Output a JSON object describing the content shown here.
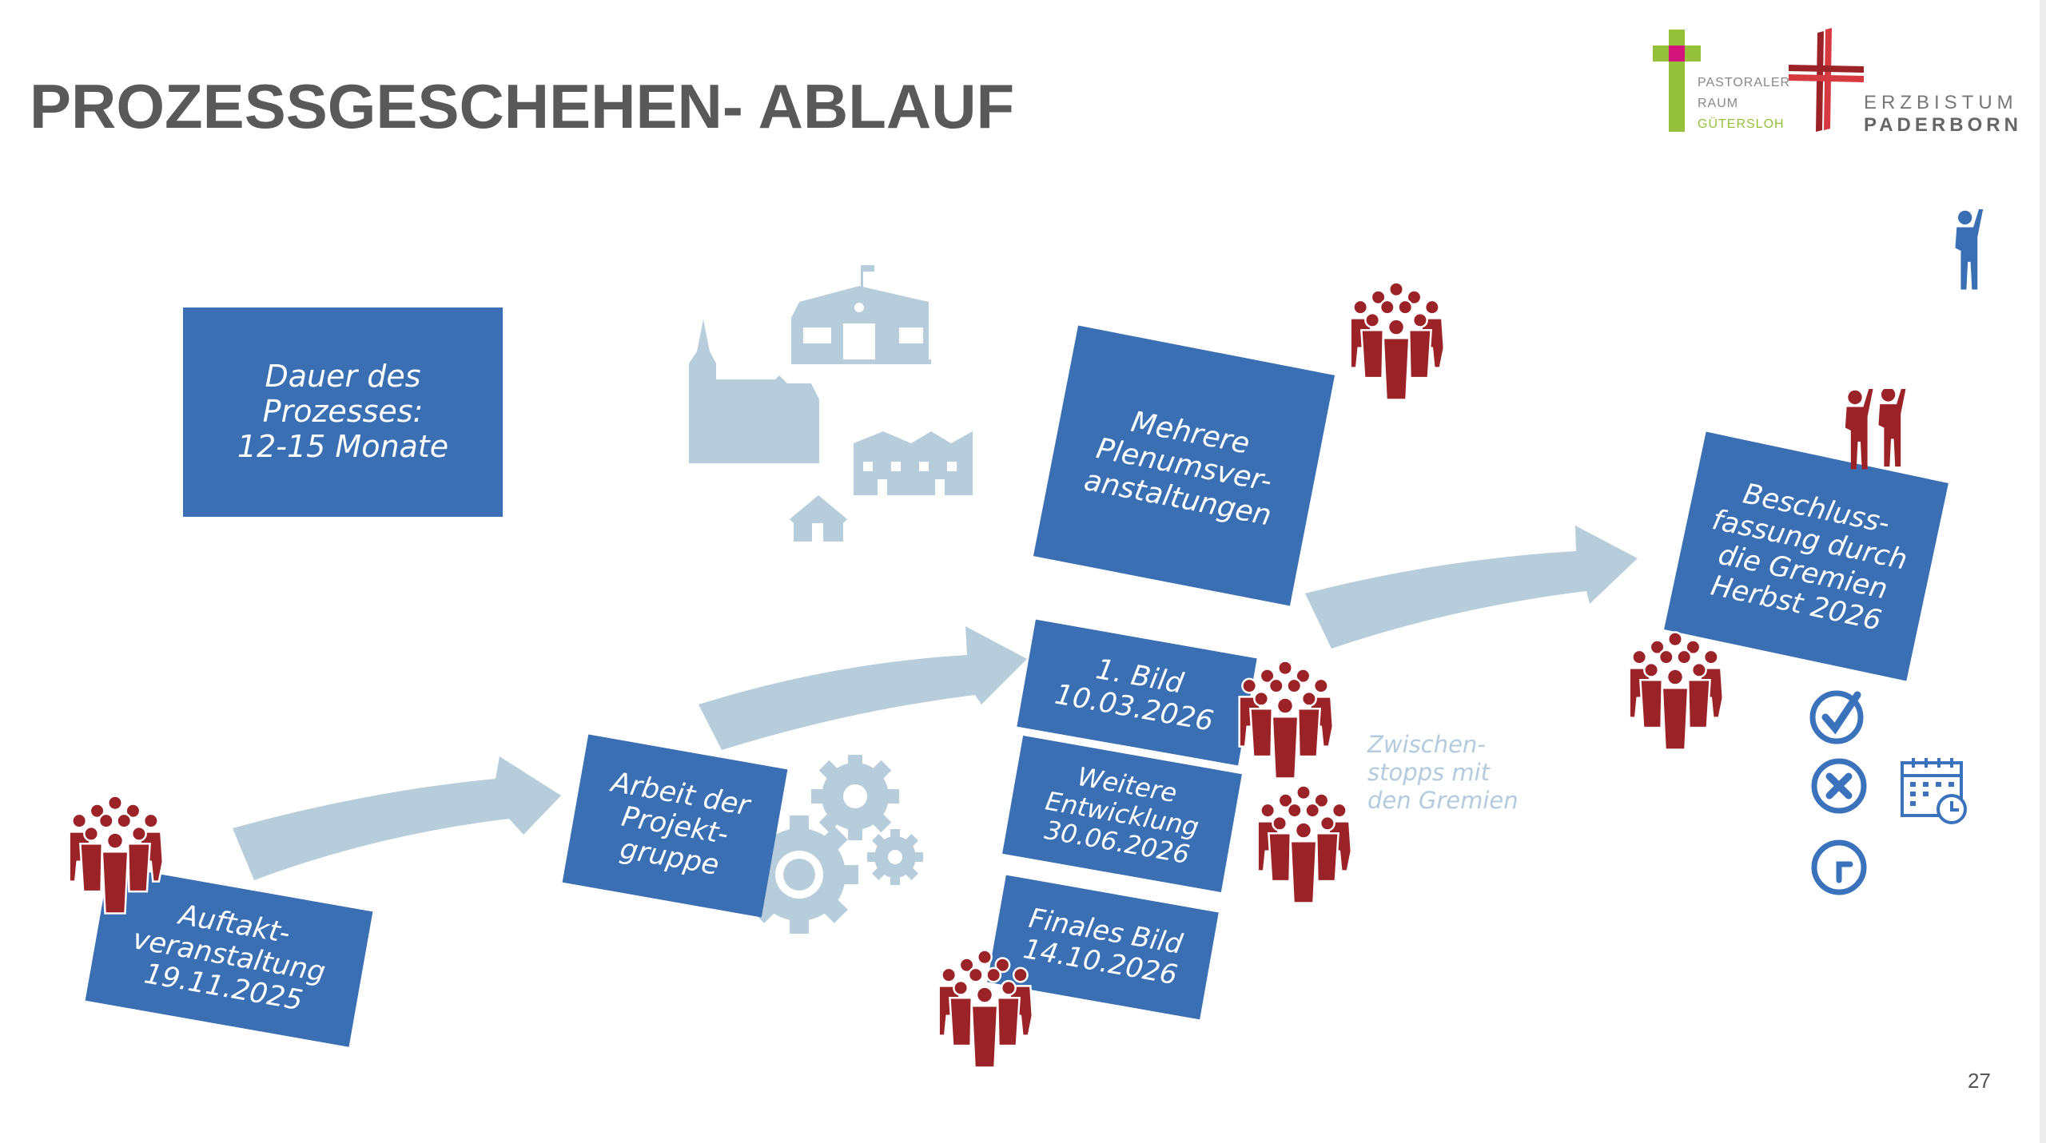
{
  "slide": {
    "title": "PROZESSGESCHEHEN- ABLAUF",
    "page_number": "27"
  },
  "logos": {
    "pastoral": {
      "line1": "PASTORALER",
      "line2": "RAUM",
      "line3": "GÜTERSLOH"
    },
    "erzbistum": {
      "line1": "ERZBISTUM",
      "line2": "PADERBORN"
    }
  },
  "boxes": {
    "dauer": "Dauer des\nProzesses:\n12-15 Monate",
    "auftakt": "Auftakt-\nveranstaltung\n19.11.2025",
    "arbeit": "Arbeit der\nProjekt-\ngruppe",
    "mehrere": "Mehrere\nPlenumsver-\nanstaltungen",
    "bild1": "1. Bild\n10.03.2026",
    "weitere": "Weitere\nEntwicklung\n30.06.2026",
    "finales": "Finales Bild\n14.10.2026",
    "beschluss": "Beschluss-\nfassung durch\ndie Gremien\nHerbst 2026"
  },
  "note": "Zwischen-\nstopps mit\nden Gremien",
  "colors": {
    "box_blue": "#3a6fb3",
    "crowd_red": "#9b2226",
    "light_blue": "#b7cddc",
    "title_gray": "#595959"
  },
  "icons": [
    "church-icon",
    "school-icon",
    "houses-icon",
    "house-icon",
    "gears-icon",
    "crowd-icon",
    "person-waving-icon",
    "check-circle-icon",
    "x-circle-icon",
    "clock-circle-icon",
    "calendar-clock-icon"
  ]
}
